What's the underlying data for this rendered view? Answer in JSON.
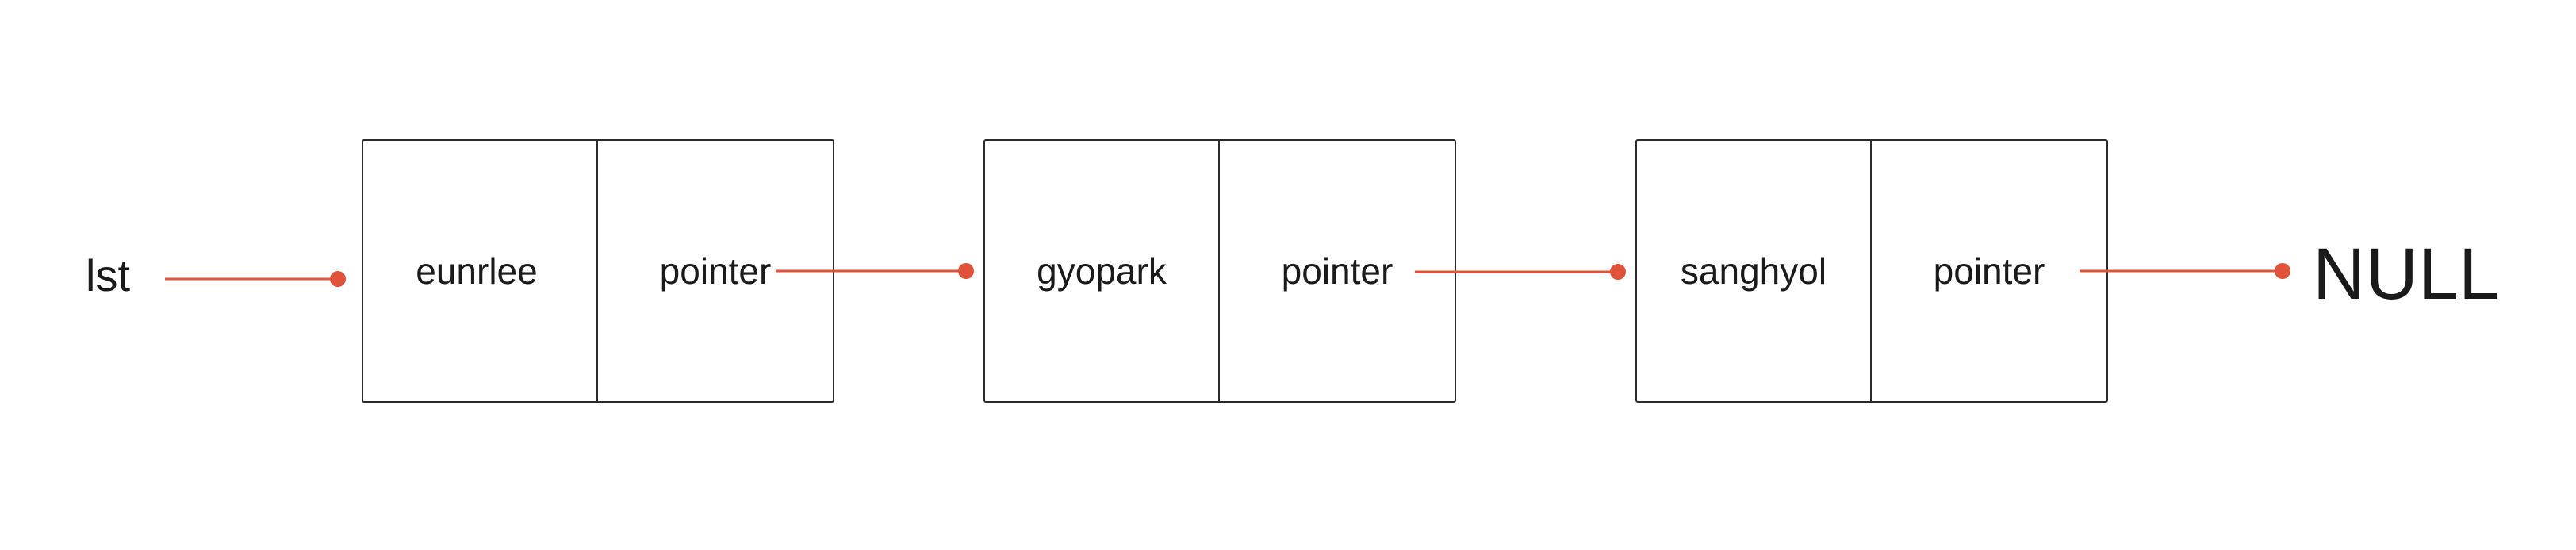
{
  "diagram": {
    "head_label": "lst",
    "terminal_label": "NULL",
    "nodes": [
      {
        "data": "eunrlee",
        "pointer": "pointer"
      },
      {
        "data": "gyopark",
        "pointer": "pointer"
      },
      {
        "data": "sanghyol",
        "pointer": "pointer"
      }
    ],
    "colors": {
      "arrow": "#e0533a",
      "border": "#2b2b2b",
      "text": "#1a1a1a",
      "background": "#ffffff"
    }
  }
}
